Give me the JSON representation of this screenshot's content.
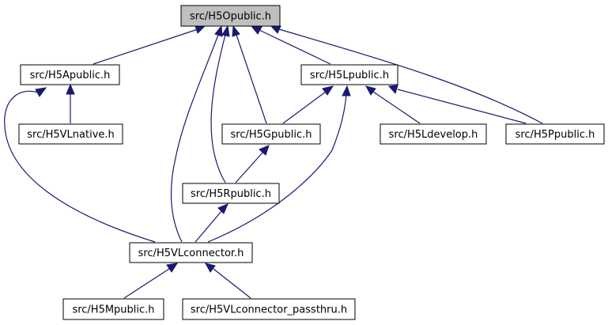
{
  "diagram": {
    "colors": {
      "edge": "#191970",
      "node_border": "#000000",
      "node_fill": "#ffffff",
      "root_fill": "#bfbfbf"
    },
    "nodes": {
      "h5o": "src/H5Opublic.h",
      "h5a": "src/H5Apublic.h",
      "h5l": "src/H5Lpublic.h",
      "h5vln": "src/H5VLnative.h",
      "h5g": "src/H5Gpublic.h",
      "h5ld": "src/H5Ldevelop.h",
      "h5p": "src/H5Ppublic.h",
      "h5r": "src/H5Rpublic.h",
      "h5vlc": "src/H5VLconnector.h",
      "h5m": "src/H5Mpublic.h",
      "h5vlcp": "src/H5VLconnector_passthru.h"
    },
    "root": "h5o"
  }
}
